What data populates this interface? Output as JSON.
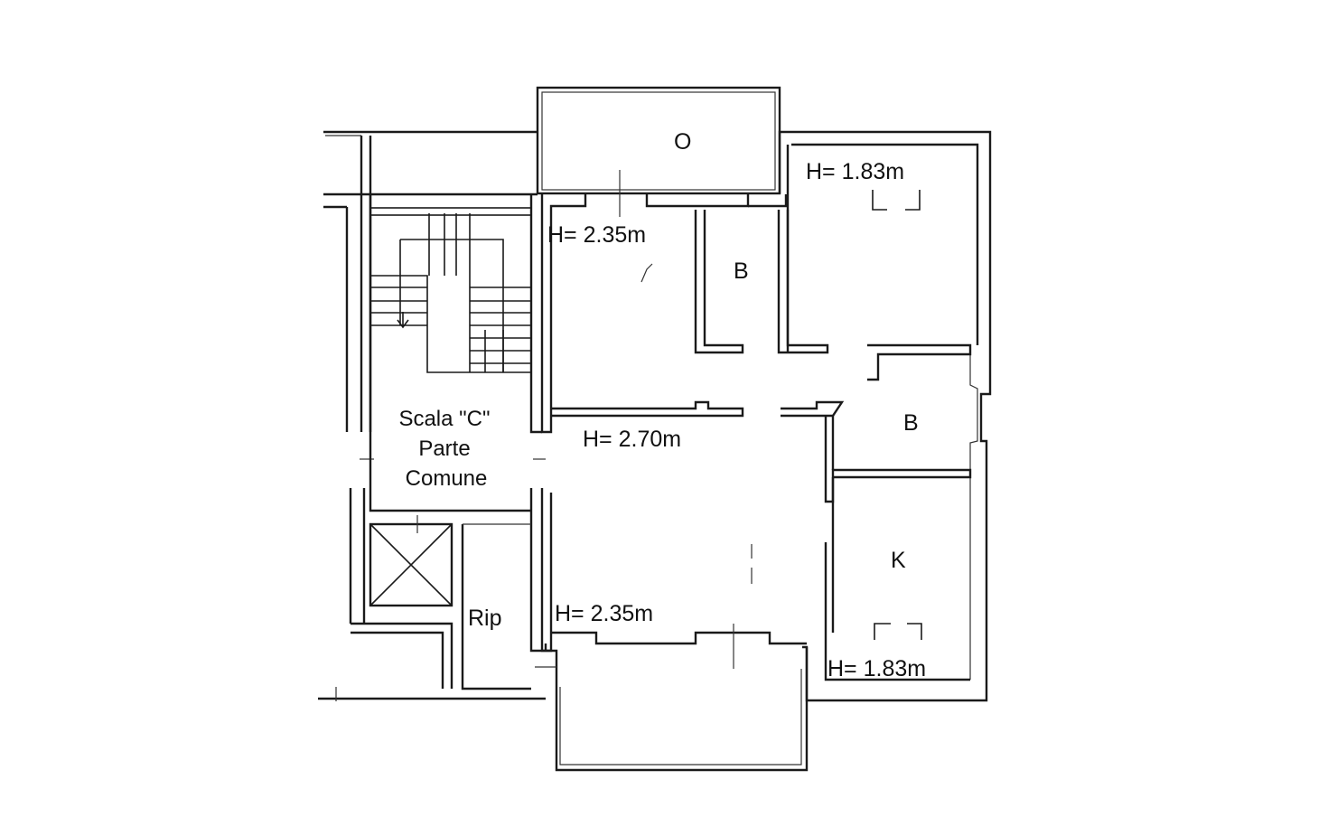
{
  "rooms": {
    "balcony_top": "O",
    "bath_1": "B",
    "bath_2": "B",
    "kitchen": "K",
    "storage": "Rip"
  },
  "heights": {
    "top_left_room": "H= 2.35m",
    "top_right_room": "H= 1.83m",
    "living_room": "H= 2.70m",
    "bottom_left_room": "H= 2.35m",
    "kitchen": "H= 1.83m"
  },
  "stair": {
    "line1": "Scala \"C\"",
    "line2": "Parte",
    "line3": "Comune"
  }
}
